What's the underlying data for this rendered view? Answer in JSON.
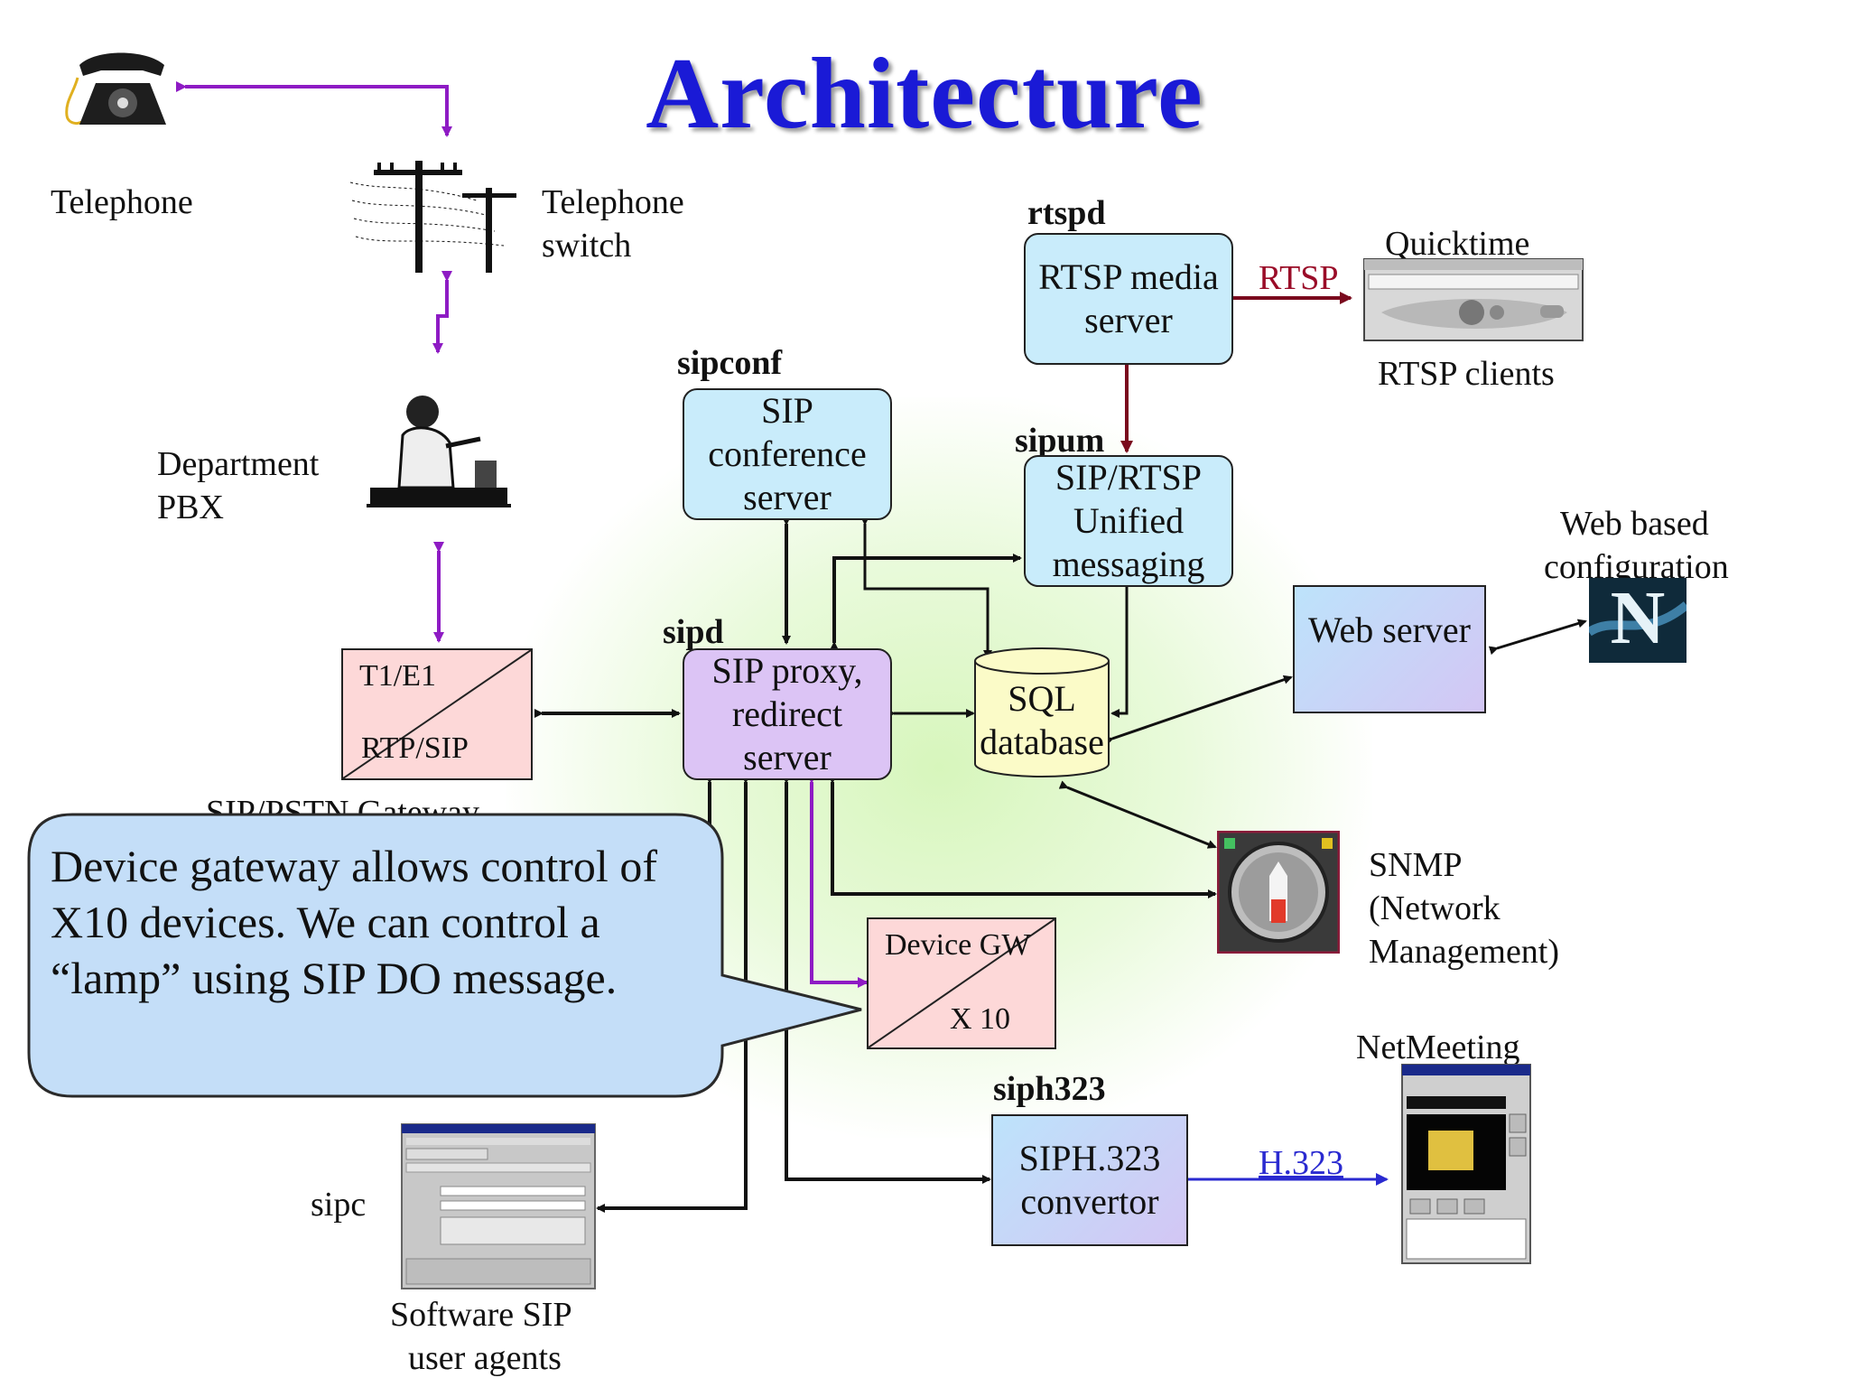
{
  "title": "Architecture",
  "labels": {
    "telephone": "Telephone",
    "telephone_switch_1": "Telephone",
    "telephone_switch_2": "switch",
    "department_pbx_1": "Department",
    "department_pbx_2": "PBX",
    "gateway": "SIP/PSTN Gateway",
    "rtspd": "rtspd",
    "sipconf": "sipconf",
    "sipum": "sipum",
    "sipd": "sipd",
    "siph323": "siph323",
    "quicktime": "Quicktime",
    "rtsp_clients": "RTSP clients",
    "web_config_1": "Web based",
    "web_config_2": "configuration",
    "snmp_1": "SNMP",
    "snmp_2": "(Network",
    "snmp_3": "Management)",
    "netmeeting": "NetMeeting",
    "sipc": "sipc",
    "software_sip_1": "Software SIP",
    "software_sip_2": "user agents"
  },
  "boxes": {
    "rtsp_media_server": [
      "RTSP media",
      "server"
    ],
    "sip_conference_server": [
      "SIP",
      "conference",
      "server"
    ],
    "sip_rtsp_um": [
      "SIP/RTSP",
      "Unified",
      "messaging"
    ],
    "sip_proxy": [
      "SIP proxy,",
      "redirect",
      "server"
    ],
    "sql_database": [
      "SQL",
      "database"
    ],
    "web_server": [
      "Web server"
    ],
    "siph323_convertor": [
      "SIPH.323",
      "convertor"
    ],
    "t1e1_top": "T1/E1",
    "t1e1_bottom": "RTP/SIP",
    "device_gw_top": "Device GW",
    "device_gw_bottom": "X 10"
  },
  "protocols": {
    "rtsp": "RTSP",
    "h323": "H.323"
  },
  "callout": "Device gateway allows control of X10 devices. We can control a “lamp” using SIP DO message.",
  "colors": {
    "title": "#1a1ad6",
    "purple_arrow": "#8e1bc4",
    "rtsp_arrow": "#7a0a1e",
    "h323_arrow": "#2a2ad0",
    "blue_box": "#c9ecfb",
    "purple_box": "#dcc4f5",
    "sql_box": "#fbfbc8",
    "gateway_box": "#fdd8d8",
    "callout": "#c4def8"
  },
  "icons": [
    "telephone-icon",
    "telephone-pole-icon",
    "operator-icon",
    "quicktime-player-icon",
    "netscape-icon",
    "snmp-gauge-icon",
    "netmeeting-window-icon",
    "sip-client-window-icon"
  ]
}
